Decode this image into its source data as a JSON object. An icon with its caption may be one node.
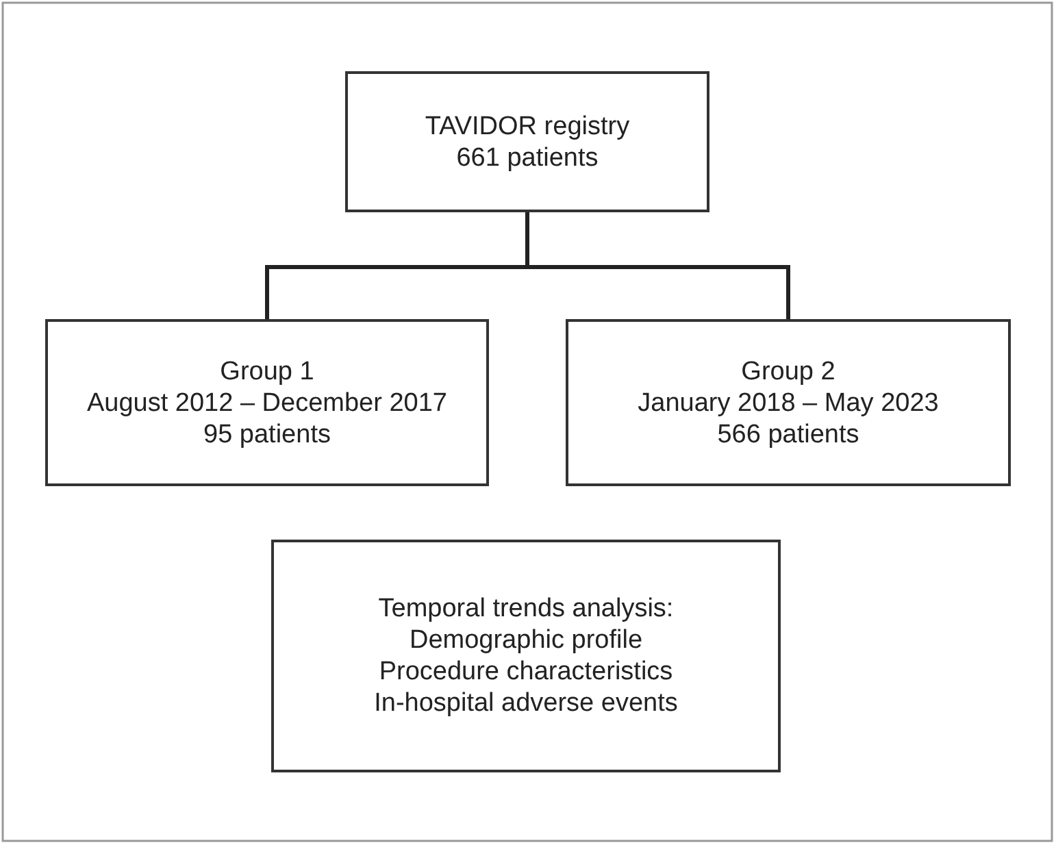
{
  "diagram": {
    "nodes": [
      {
        "text": [
          "TAVIDOR registry",
          "661 patients"
        ]
      },
      {
        "text": [
          "Group 1",
          "August 2012 – December 2017",
          "95 patients"
        ]
      },
      {
        "text": [
          "Group 2",
          "January 2018 – May 2023",
          "566 patients"
        ]
      },
      {
        "text": [
          "Temporal trends analysis:",
          "Demographic profile",
          "Procedure characteristics",
          "In-hospital adverse events"
        ]
      }
    ],
    "edges": [
      {
        "from": 0,
        "to": 1,
        "arrow": "none"
      },
      {
        "from": 0,
        "to": 2,
        "arrow": "none"
      }
    ]
  }
}
